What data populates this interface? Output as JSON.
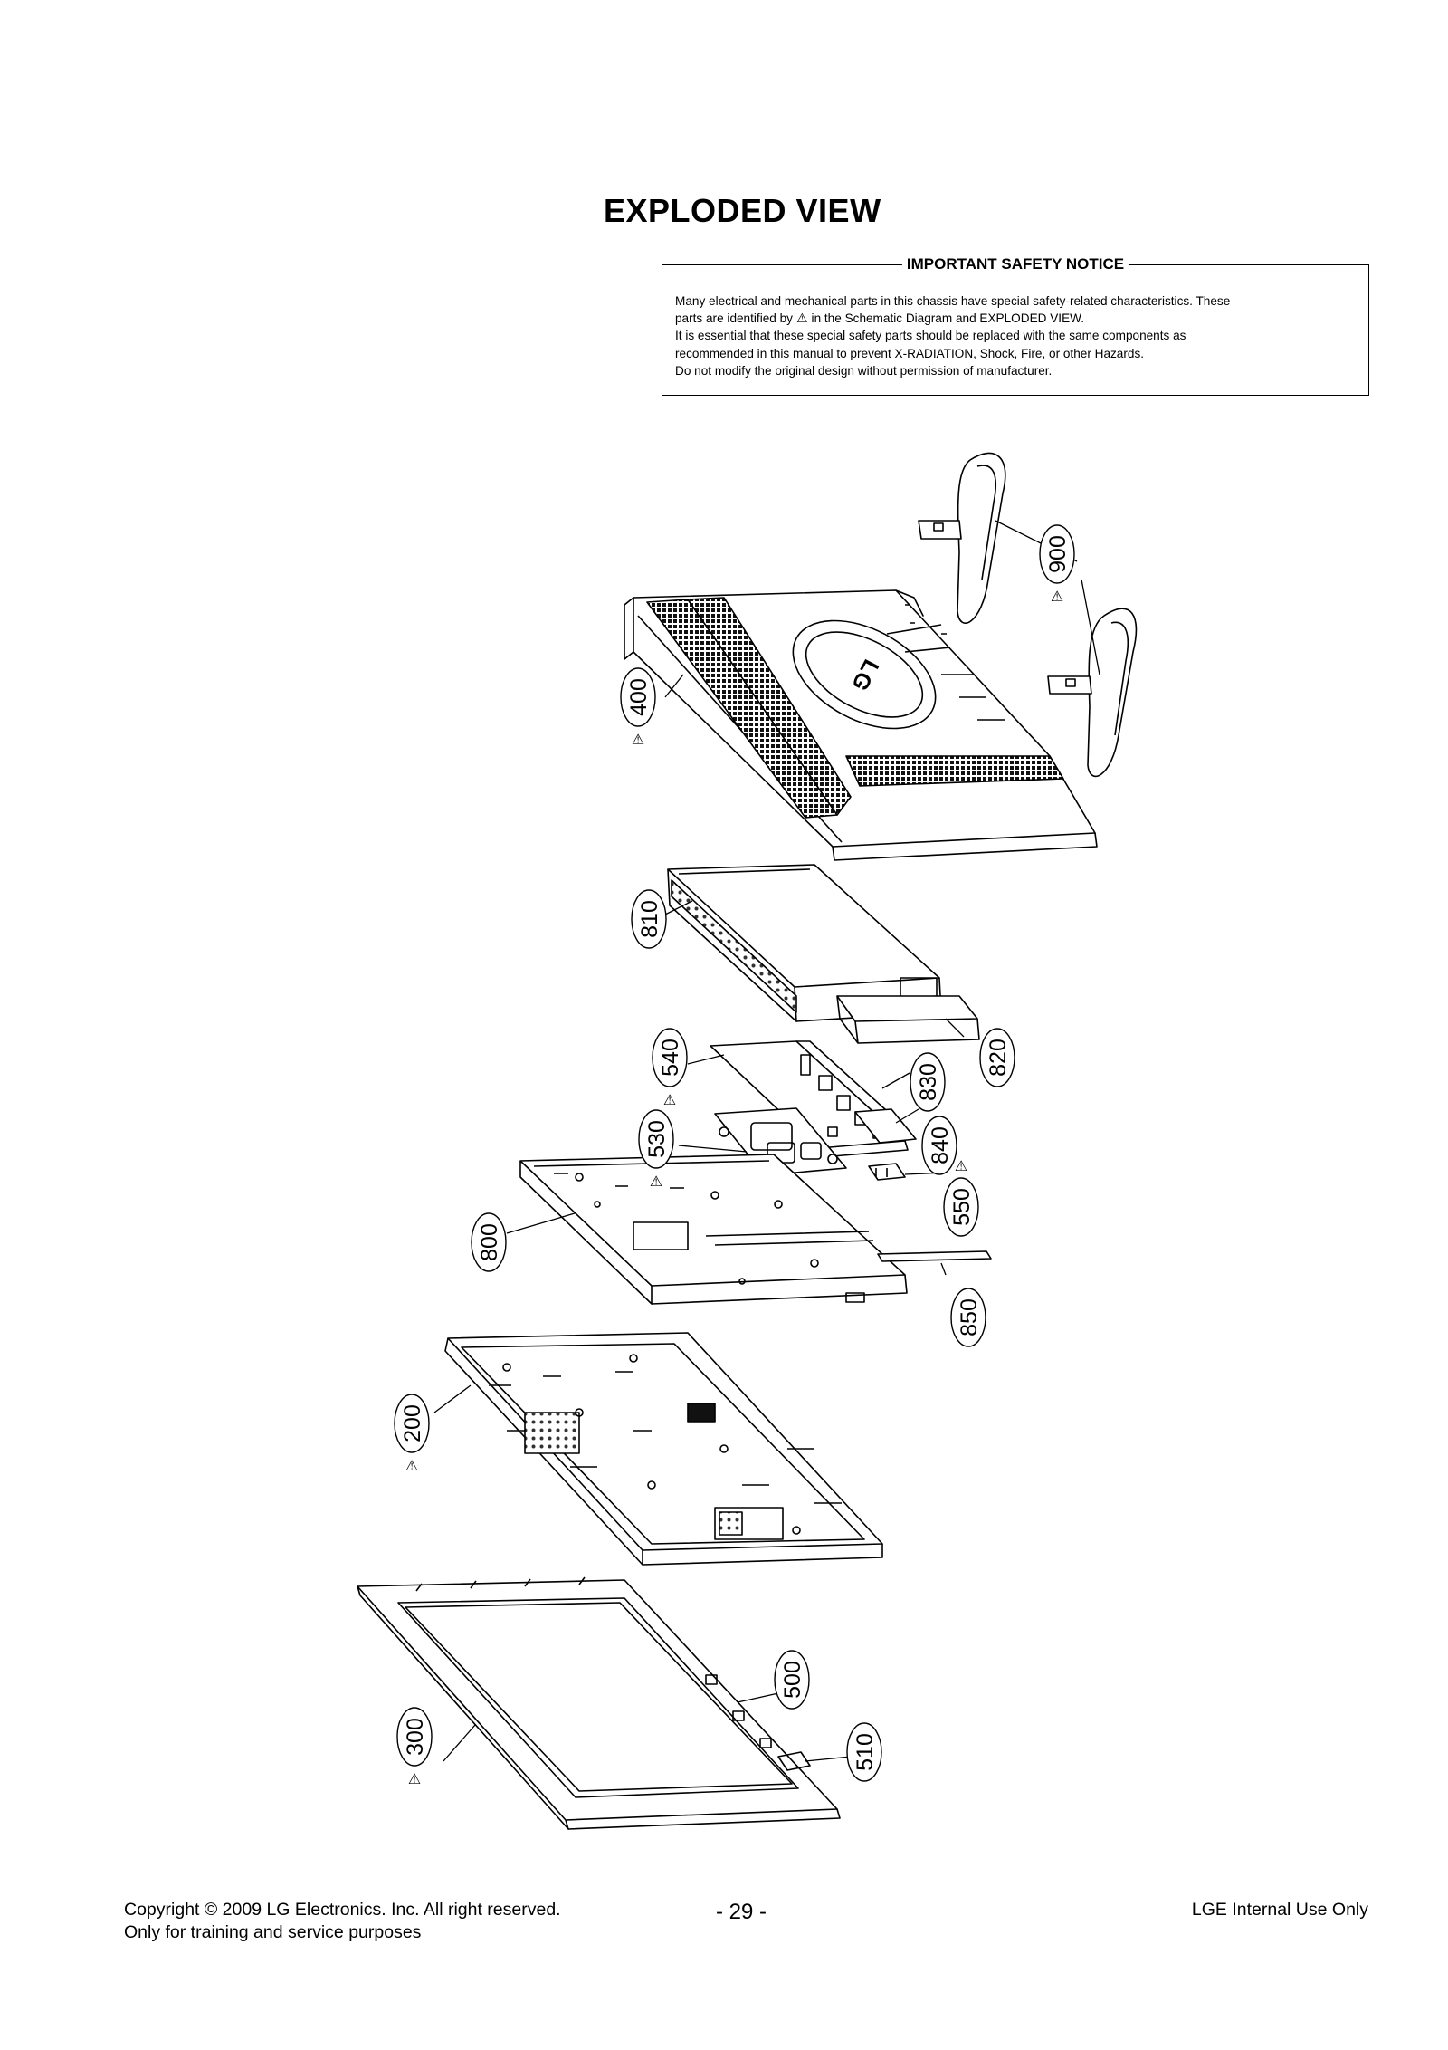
{
  "page": {
    "title": "EXPLODED VIEW",
    "notice": {
      "title": "IMPORTANT SAFETY NOTICE",
      "line1": "Many electrical and mechanical parts in this chassis have special safety-related characteristics. These",
      "line2_pre": "parts are identified by",
      "line2_post": "in the Schematic Diagram and EXPLODED VIEW.",
      "line3": "It is essential that these special safety parts should be replaced with the same components as",
      "line4": "recommended in this manual to prevent X-RADIATION, Shock, Fire, or other Hazards.",
      "line5": "Do not modify the original design without permission of manufacturer.",
      "symbol": "⚠"
    }
  },
  "diagram": {
    "safety_symbol": "⚠",
    "logo_text": "LG",
    "callouts": [
      {
        "id": "900",
        "label": "900",
        "safety": true
      },
      {
        "id": "400",
        "label": "400",
        "safety": true
      },
      {
        "id": "810",
        "label": "810",
        "safety": false
      },
      {
        "id": "820",
        "label": "820",
        "safety": false
      },
      {
        "id": "540",
        "label": "540",
        "safety": true
      },
      {
        "id": "830",
        "label": "830",
        "safety": false
      },
      {
        "id": "530",
        "label": "530",
        "safety": true
      },
      {
        "id": "840",
        "label": "840",
        "safety": false
      },
      {
        "id": "550",
        "label": "550",
        "safety": true
      },
      {
        "id": "800",
        "label": "800",
        "safety": false
      },
      {
        "id": "850",
        "label": "850",
        "safety": false
      },
      {
        "id": "200",
        "label": "200",
        "safety": true
      },
      {
        "id": "500",
        "label": "500",
        "safety": false
      },
      {
        "id": "510",
        "label": "510",
        "safety": false
      },
      {
        "id": "300",
        "label": "300",
        "safety": true
      }
    ]
  },
  "footer": {
    "copyright": "Copyright  © 2009 LG Electronics. Inc. All right reserved.",
    "training": "Only for training and service purposes",
    "page_number": "- 29 -",
    "internal": "LGE Internal Use Only"
  }
}
